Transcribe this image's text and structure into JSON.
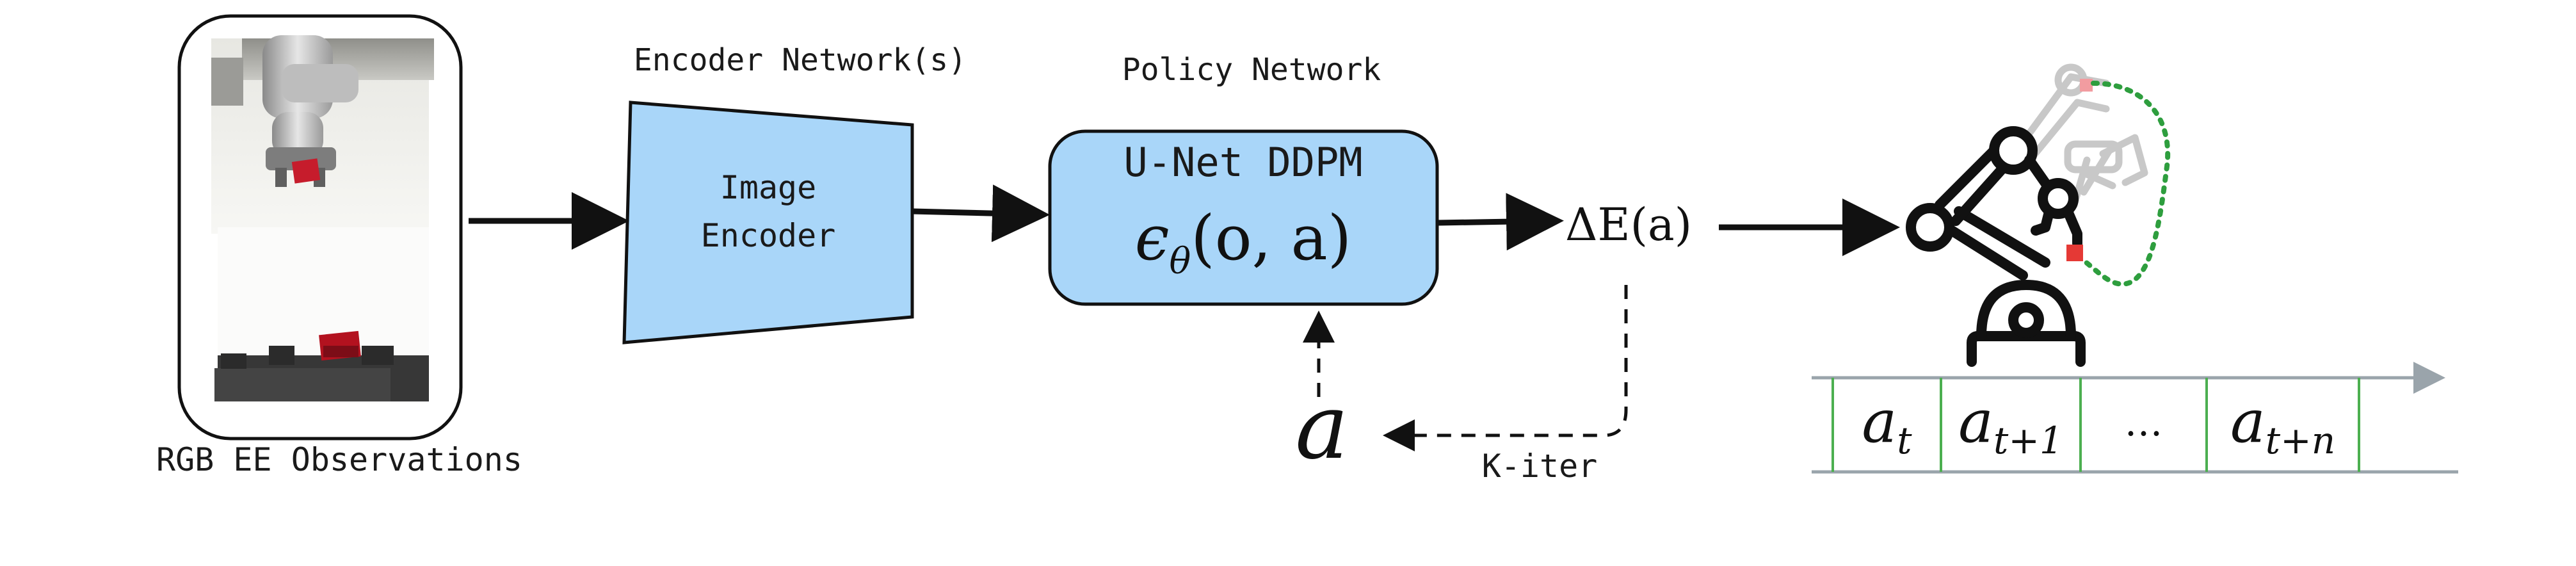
{
  "observations": {
    "label": "RGB EE Observations"
  },
  "encoder": {
    "header": "Encoder Network(s)",
    "line1": "Image",
    "line2": "Encoder",
    "fill": "#a9d6f9"
  },
  "policy": {
    "header": "Policy Network",
    "title": "U-Net DDPM",
    "eps": "ϵ",
    "theta": "θ",
    "args": "(o, a)",
    "fill": "#a9d6f9"
  },
  "energy": {
    "delta": "ΔE",
    "arg": "(a)"
  },
  "action": {
    "symbol": "a",
    "loop_label": "K-iter"
  },
  "sequence": {
    "cells": [
      {
        "base": "a",
        "sub": "t"
      },
      {
        "base": "a",
        "sub": "t+1"
      },
      {
        "base": "…",
        "sub": ""
      },
      {
        "base": "a",
        "sub": "t+n"
      }
    ],
    "cell_border_color": "#4caf50",
    "arrow_color": "#9aa4ab"
  },
  "robot": {
    "icon": "robot-arm-icon",
    "target_color": "#e53935",
    "path_color": "#2e9e3e"
  }
}
